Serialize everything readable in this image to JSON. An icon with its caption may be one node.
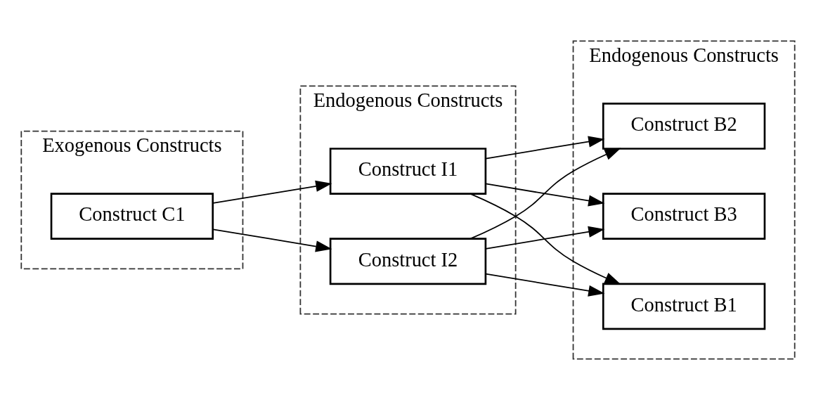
{
  "diagram": {
    "nodes": [
      {
        "text": [
          "Exogenous Constructs"
        ]
      },
      {
        "text": [
          "Construct C1"
        ],
        "in": 0
      },
      {
        "text": [
          "Endogenous Constructs"
        ]
      },
      {
        "text": [
          "Construct I1"
        ],
        "in": 2
      },
      {
        "text": [
          "Construct I2"
        ],
        "in": 2
      },
      {
        "text": [
          "Endogenous Constructs"
        ]
      },
      {
        "text": [
          "Construct B1"
        ],
        "in": 5
      },
      {
        "text": [
          "Construct B2"
        ],
        "in": 5
      },
      {
        "text": [
          "Construct B3"
        ],
        "in": 5
      }
    ],
    "edges": [
      {
        "from": 1,
        "to": 3,
        "arrow": "to"
      },
      {
        "from": 1,
        "to": 4,
        "arrow": "to"
      },
      {
        "from": 3,
        "to": 6,
        "arrow": "to"
      },
      {
        "from": 3,
        "to": 7,
        "arrow": "to"
      },
      {
        "from": 3,
        "to": 8,
        "arrow": "to"
      },
      {
        "from": 4,
        "to": 6,
        "arrow": "to"
      },
      {
        "from": 4,
        "to": 7,
        "arrow": "to"
      },
      {
        "from": 4,
        "to": 8,
        "arrow": "to"
      }
    ]
  }
}
